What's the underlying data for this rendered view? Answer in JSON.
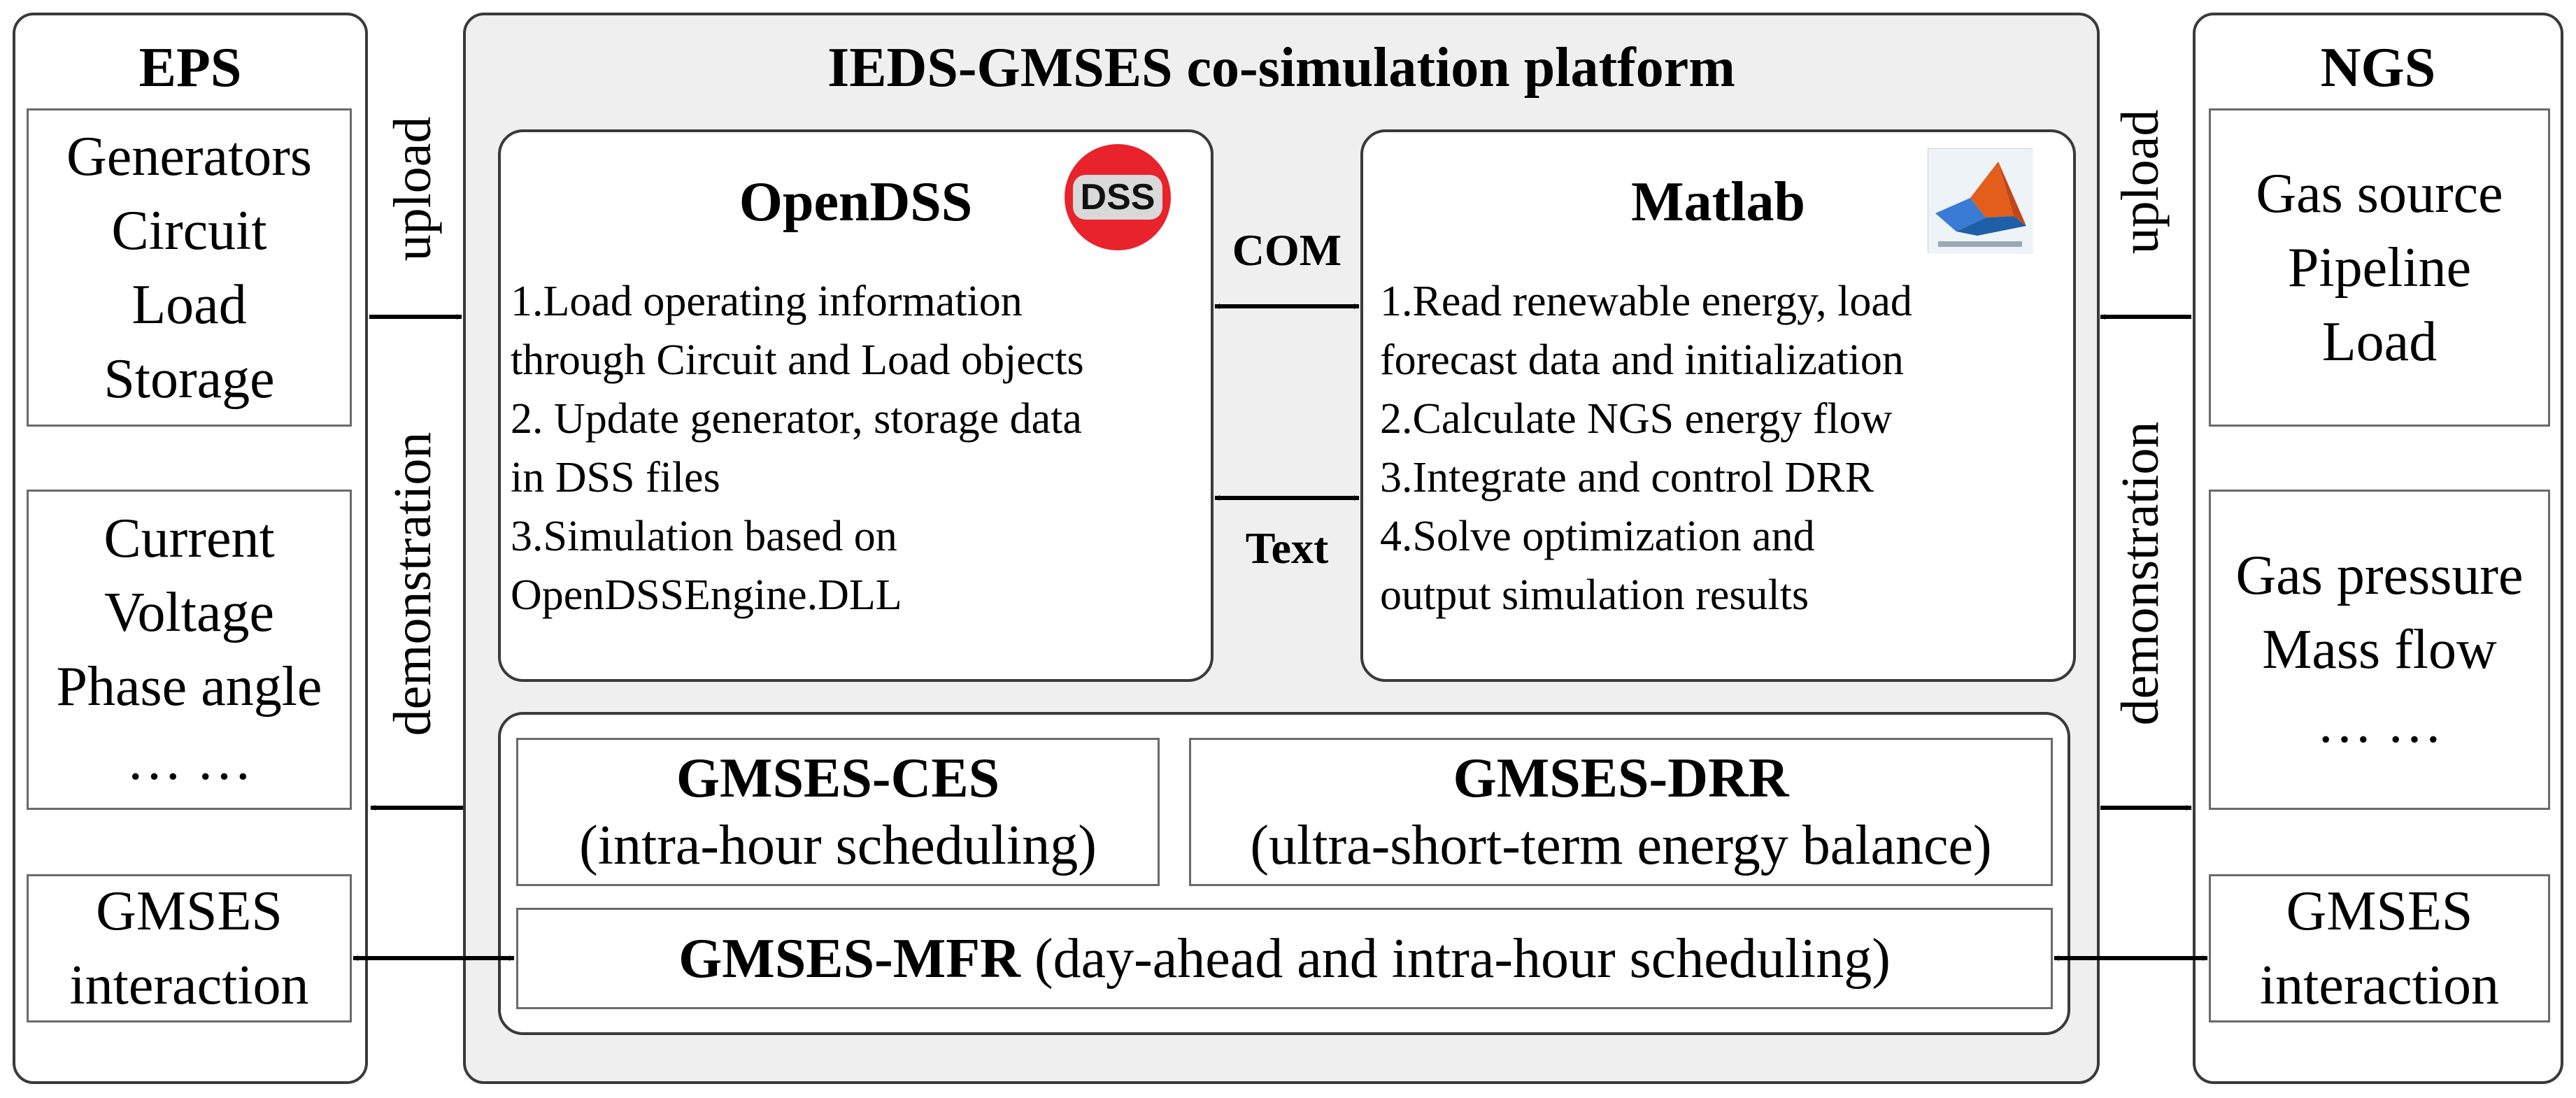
{
  "eps": {
    "title": "EPS",
    "box1": [
      "Generators",
      "Circuit",
      "Load",
      "Storage"
    ],
    "box2": [
      "Current",
      "Voltage",
      "Phase angle",
      "… …"
    ],
    "box3": [
      "GMSES",
      "interaction"
    ],
    "upload_label": "upload",
    "demo_label": "demonstration"
  },
  "ngs": {
    "title": "NGS",
    "box1": [
      "Gas source",
      "Pipeline",
      "Load"
    ],
    "box2": [
      "Gas pressure",
      "Mass flow",
      "… …"
    ],
    "box3": [
      "GMSES",
      "interaction"
    ],
    "upload_label": "upload",
    "demo_label": "demonstration"
  },
  "platform": {
    "title": "IEDS-GMSES co-simulation platform",
    "opendss": {
      "title": "OpenDSS",
      "logo_text": "DSS",
      "lines": [
        " 1.Load operating information",
        "through Circuit and Load objects",
        " 2. Update generator,  storage data",
        "in DSS files",
        " 3.Simulation based on",
        "OpenDSSEngine.DLL"
      ]
    },
    "matlab": {
      "title": "Matlab",
      "lines": [
        " 1.Read renewable energy, load",
        "forecast data and initialization",
        " 2.Calculate NGS energy flow",
        " 3.Integrate and control DRR",
        " 4.Solve optimization and",
        "output simulation results"
      ]
    },
    "com_label": "COM",
    "text_label": "Text",
    "ces": {
      "title": "GMSES-CES",
      "sub": "(intra-hour scheduling)"
    },
    "drr": {
      "title": "GMSES-DRR",
      "sub": "(ultra-short-term energy balance)"
    },
    "mfr": {
      "title": "GMSES-MFR",
      "sub": " (day-ahead and intra-hour scheduling)"
    }
  }
}
